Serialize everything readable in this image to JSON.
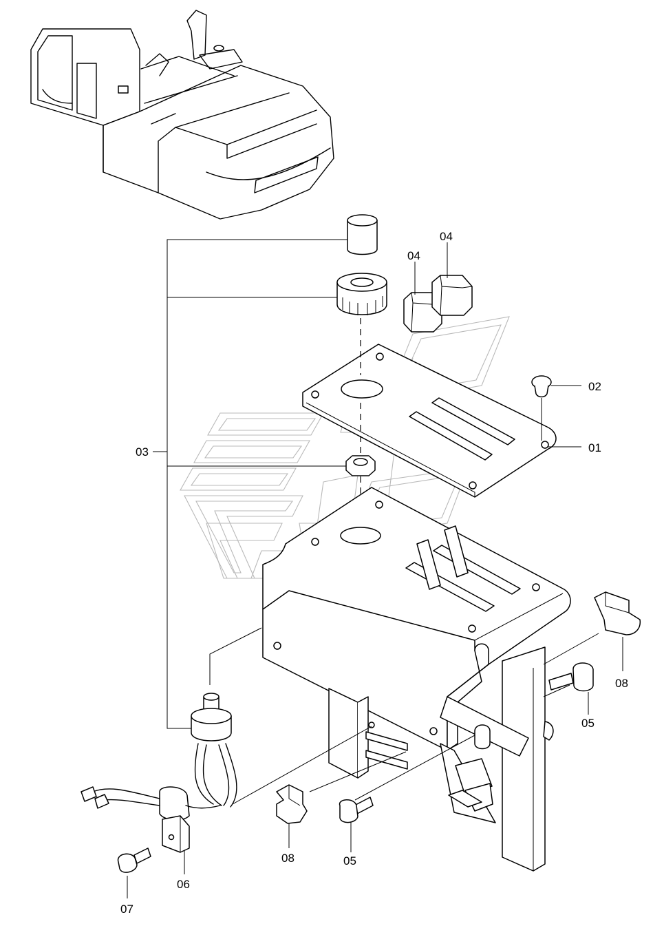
{
  "diagram": {
    "part_callouts": {
      "p01": "01",
      "p02": "02",
      "p03": "03",
      "p04a": "04",
      "p04b": "04",
      "p05a": "05",
      "p05b": "05",
      "p06": "06",
      "p07": "07",
      "p08a": "08",
      "p08b": "08"
    },
    "icons": {
      "machine": "excavator-overview-icon",
      "watermark": "brand-watermark-icon"
    },
    "colors": {
      "line": "#000000",
      "watermark": "#b9b9b9",
      "background": "#ffffff"
    }
  }
}
